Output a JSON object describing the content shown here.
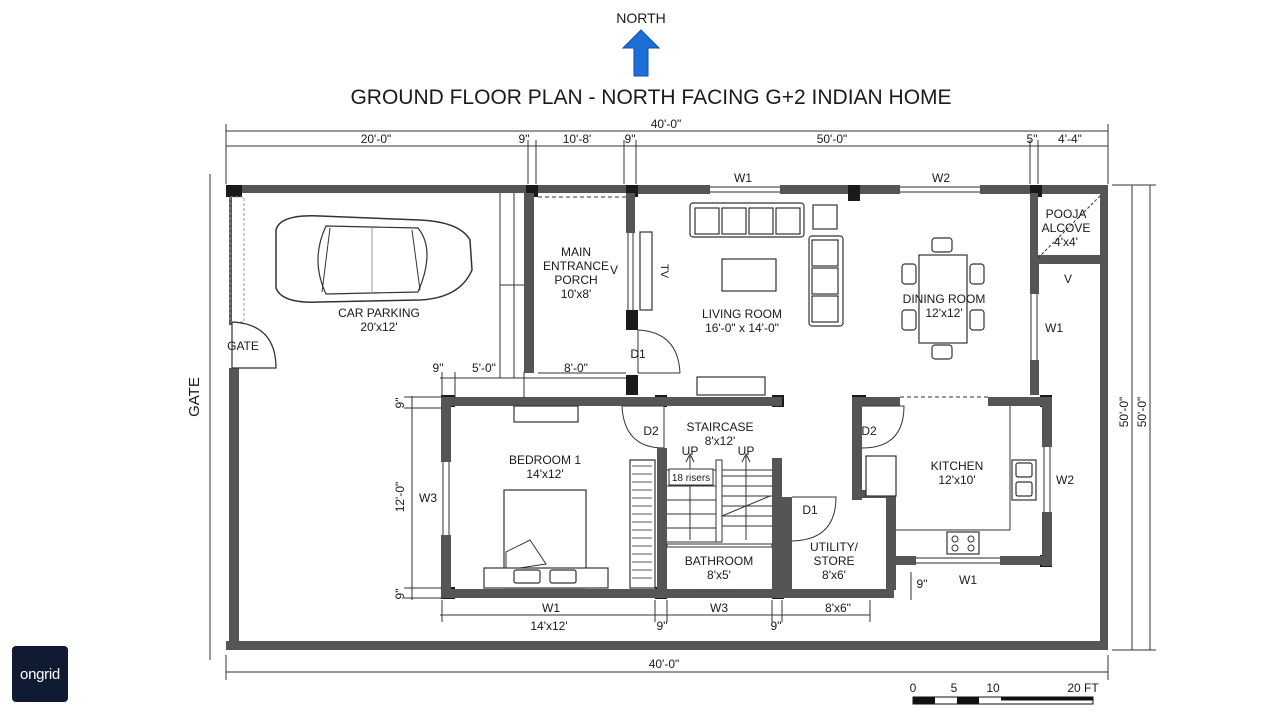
{
  "title": "GROUND FLOOR PLAN - NORTH FACING G+2 INDIAN HOME",
  "north": "NORTH",
  "brand": "ongrid",
  "rooms": {
    "car_parking": {
      "name": "CAR PARKING",
      "size": "20'x12'"
    },
    "porch": {
      "line1": "MAIN",
      "line2": "ENTRANCE",
      "line3": "PORCH",
      "size": "10'x8'"
    },
    "living": {
      "name": "LIVING ROOM",
      "size": "16'-0\" x 14'-0\""
    },
    "dining": {
      "name": "DINING ROOM",
      "size": "12'x12'"
    },
    "pooja": {
      "line1": "POOJA",
      "line2": "ALCOVE",
      "size": "4'x4'"
    },
    "bedroom": {
      "name": "BEDROOM 1",
      "size": "14'x12'"
    },
    "staircase": {
      "name": "STAIRCASE",
      "size": "8'x12'"
    },
    "bathroom": {
      "name": "BATHROOM",
      "size": "8'x5'"
    },
    "utility": {
      "line1": "UTILITY/",
      "line2": "STORE",
      "size": "8'x6'"
    },
    "kitchen": {
      "name": "KITCHEN",
      "size": "12'x10'"
    }
  },
  "labels": {
    "gate_side": "GATE",
    "gate_door": "GATE",
    "tv": "TV",
    "v_porch": "V",
    "v_pooja": "V",
    "d1_living": "D1",
    "d1_utility": "D1",
    "d2_bedroom": "D2",
    "d2_kitchen": "D2",
    "w1_top": "W1",
    "w2_top": "W2",
    "w1_dining": "W1",
    "w2_kitchen": "W2",
    "w1_kitchen_bottom": "W1",
    "w1_bedroom_bottom": "W1",
    "w3_bedroom": "W3",
    "w3_bathroom": "W3",
    "up1": "UP",
    "up2": "UP",
    "risers": "18 risers"
  },
  "dimensions": {
    "top_total": "40'-0\"",
    "top_1": "20'-0\"",
    "top_2": "9\"",
    "top_3": "10'-8'",
    "top_4": "9\"",
    "top_5": "50'-0\"",
    "top_6": "5\"",
    "top_7": "4'-4\"",
    "mid_1": "9\"",
    "mid_2": "5'-0\"",
    "mid_3": "8'-0\"",
    "left_1": "9\"",
    "left_2": "12'-0\"",
    "left_3": "9\"",
    "bottom_1": "14'x12'",
    "bottom_2": "9\"",
    "bottom_3": "9\"",
    "bottom_4": "8'x6\"",
    "kitchen_9": "9\"",
    "right_1": "50'-0\"",
    "right_2": "50'-0\"",
    "bottom_total": "40'-0\""
  },
  "scale": {
    "t0": "0",
    "t5": "5",
    "t10": "10",
    "t20": "20 FT"
  }
}
